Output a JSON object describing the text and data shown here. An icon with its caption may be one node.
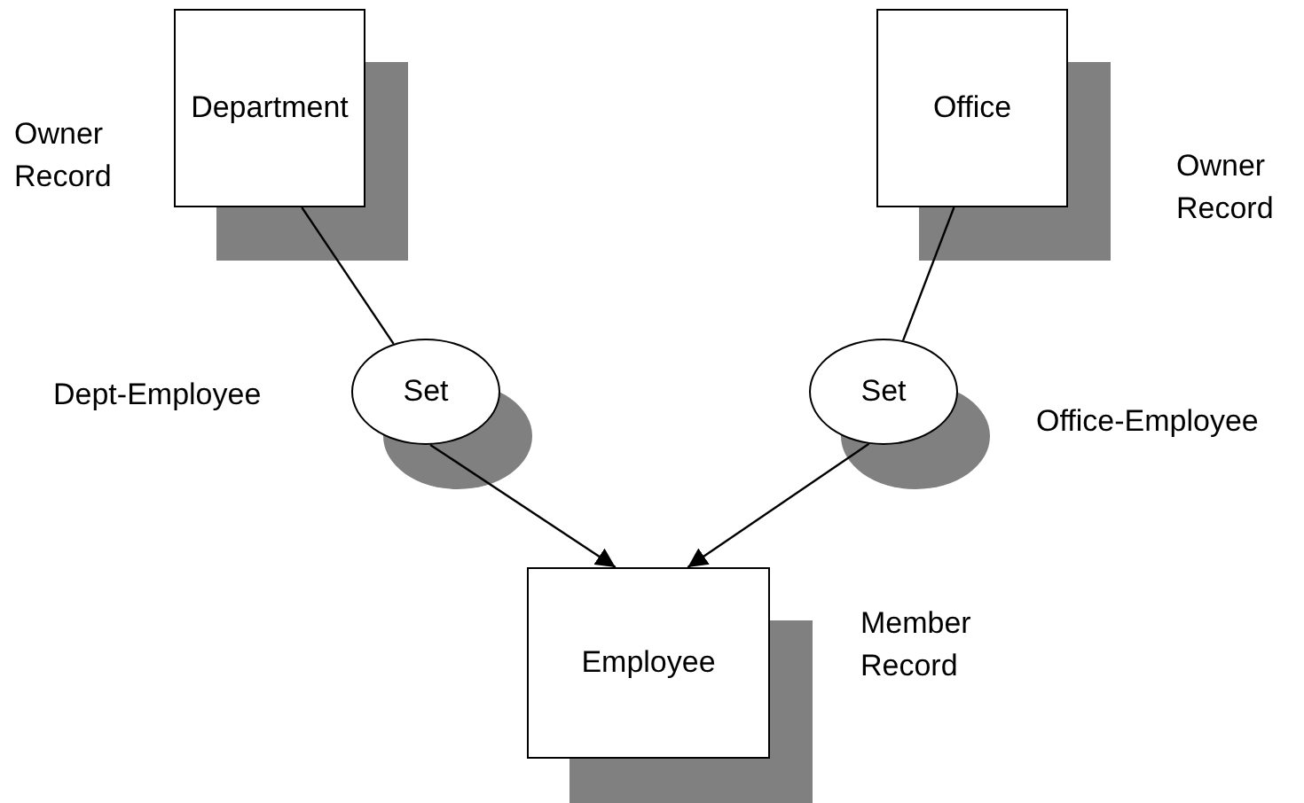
{
  "diagram": {
    "nodes": [
      {
        "text": [
          "Department"
        ],
        "beside": [
          "Owner Record"
        ]
      },
      {
        "text": [
          "Office"
        ],
        "beside": [
          "Owner Record"
        ]
      },
      {
        "text": [
          "Set"
        ],
        "beside": [
          "Dept-Employee"
        ]
      },
      {
        "text": [
          "Set"
        ],
        "beside": [
          "Office-Employee"
        ]
      },
      {
        "text": [
          "Employee"
        ],
        "beside": [
          "Member Record"
        ]
      }
    ],
    "edges": [
      {
        "from": 0,
        "to": 2,
        "arrow": "none"
      },
      {
        "from": 1,
        "to": 3,
        "arrow": "none"
      },
      {
        "from": 2,
        "to": 4,
        "arrow": "to"
      },
      {
        "from": 3,
        "to": 4,
        "arrow": "to"
      }
    ]
  }
}
